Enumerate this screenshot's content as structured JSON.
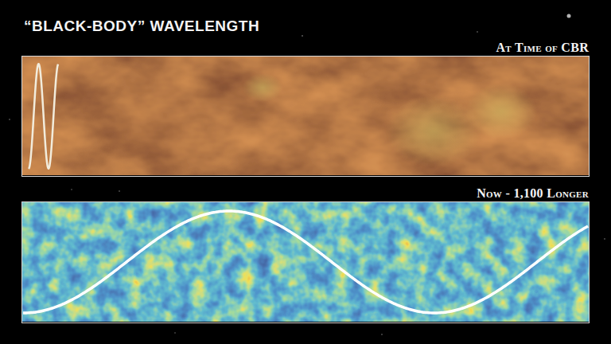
{
  "diagram": {
    "title": "“BLACK-BODY” WAVELENGTH",
    "nodes": [
      {
        "text": [
          "At Time of CBR"
        ]
      },
      {
        "text": [
          "Now - 1,100 Longer"
        ]
      }
    ]
  }
}
